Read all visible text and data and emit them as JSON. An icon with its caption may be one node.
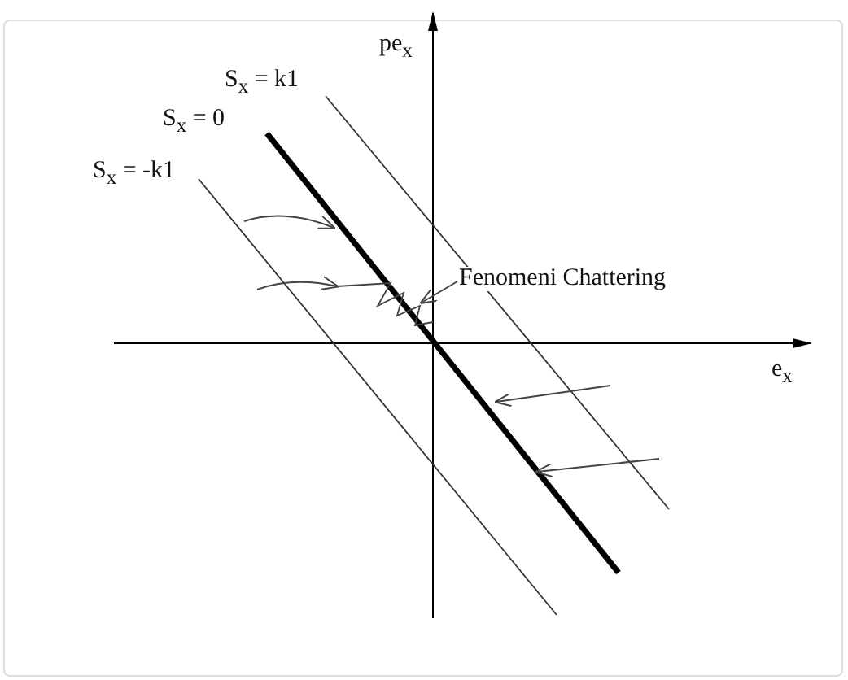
{
  "diagram": {
    "nodes": [
      {
        "text": [
          "Fenomeni Chattering"
        ]
      },
      {
        "text": [],
        "shape": "zigzag"
      }
    ],
    "edges": [
      {
        "from": 0,
        "to": 1,
        "arrow": "to"
      }
    ],
    "labels": [
      "pe$_{x}$",
      "S$_{x}$ = k1",
      "S$_{x}$ = 0",
      "S$_{x}$ = -k1",
      "e$_{x}$"
    ]
  }
}
